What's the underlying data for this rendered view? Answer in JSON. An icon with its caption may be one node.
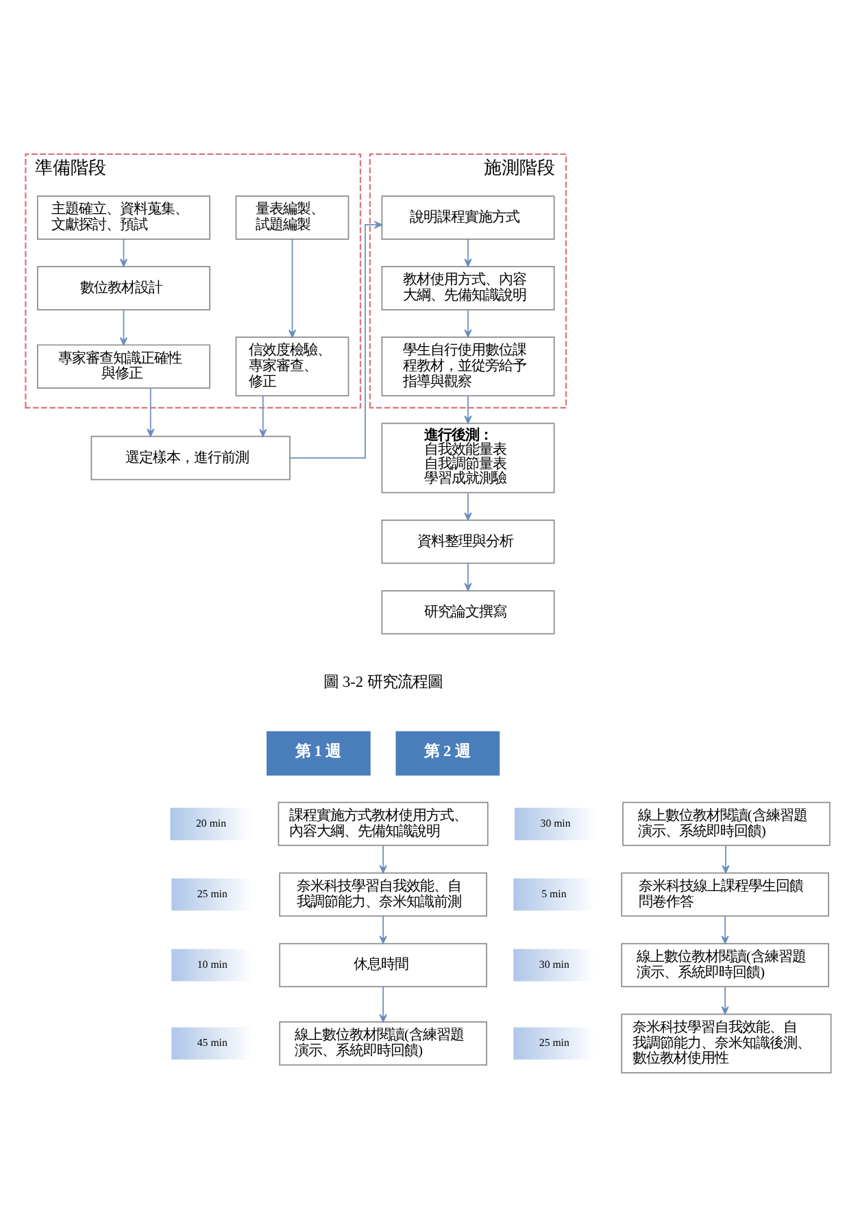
{
  "diagram": {
    "nodes": [
      {
        "text": [
          "準備階段"
        ]
      },
      {
        "text": [
          "主題確立、資料蒐集、文獻探討、預試"
        ],
        "in": 0
      },
      {
        "text": [
          "數位教材設計"
        ],
        "in": 0
      },
      {
        "text": [
          "專家審查知識正確性與修正"
        ],
        "in": 0
      },
      {
        "text": [
          "量表編製、試題編製"
        ],
        "in": 0
      },
      {
        "text": [
          "信效度檢驗、專家審查、修正"
        ],
        "in": 0
      },
      {
        "text": [
          "選定樣本，進行前測"
        ]
      },
      {
        "text": [
          "施測階段"
        ]
      },
      {
        "text": [
          "說明課程實施方式"
        ],
        "in": 7
      },
      {
        "text": [
          "教材使用方式、內容大綱、先備知識說明"
        ],
        "in": 7
      },
      {
        "text": [
          "學生自行使用數位課程教材，並從旁給予指導與觀察"
        ],
        "in": 7
      },
      {
        "text": [
          "進行後測：",
          "自我效能量表",
          "自我調節量表",
          "學習成就測驗"
        ]
      },
      {
        "text": [
          "資料整理與分析"
        ]
      },
      {
        "text": [
          "研究論文撰寫"
        ]
      },
      {
        "text": [
          "第 1 週"
        ]
      },
      {
        "text": [
          "20 min"
        ]
      },
      {
        "text": [
          "課程實施方式教材使用方式、內容大綱、先備知識說明"
        ]
      },
      {
        "text": [
          "25 min"
        ]
      },
      {
        "text": [
          "奈米科技學習自我效能、自我調節能力、奈米知識前測"
        ]
      },
      {
        "text": [
          "10 min"
        ]
      },
      {
        "text": [
          "休息時間"
        ]
      },
      {
        "text": [
          "45 min"
        ]
      },
      {
        "text": [
          "線上數位教材閱讀(含練習題演示、系統即時回饋)"
        ]
      },
      {
        "text": [
          "第 2 週"
        ]
      },
      {
        "text": [
          "30 min"
        ]
      },
      {
        "text": [
          "線上數位教材閱讀(含練習題演示、系統即時回饋)"
        ]
      },
      {
        "text": [
          "5 min"
        ]
      },
      {
        "text": [
          "奈米科技線上課程學生回饋問卷作答"
        ]
      },
      {
        "text": [
          "30 min"
        ]
      },
      {
        "text": [
          "線上數位教材閱讀(含練習題演示、系統即時回饋)"
        ]
      },
      {
        "text": [
          "25 min"
        ]
      },
      {
        "text": [
          "奈米科技學習自我效能、自我調節能力、奈米知識後測、數位教材使用性"
        ]
      }
    ],
    "edges": [
      {
        "from": 1,
        "to": 2,
        "arrow": "to"
      },
      {
        "from": 2,
        "to": 3,
        "arrow": "to"
      },
      {
        "from": 4,
        "to": 5,
        "arrow": "to"
      },
      {
        "from": 3,
        "to": 6,
        "arrow": "to"
      },
      {
        "from": 5,
        "to": 6,
        "arrow": "to"
      },
      {
        "from": 6,
        "to": 8,
        "arrow": "to"
      },
      {
        "from": 8,
        "to": 9,
        "arrow": "to"
      },
      {
        "from": 9,
        "to": 10,
        "arrow": "to"
      },
      {
        "from": 10,
        "to": 11,
        "arrow": "to"
      },
      {
        "from": 11,
        "to": 12,
        "arrow": "to"
      },
      {
        "from": 12,
        "to": 13,
        "arrow": "to"
      },
      {
        "from": 16,
        "to": 18,
        "arrow": "to"
      },
      {
        "from": 18,
        "to": 20,
        "arrow": "to"
      },
      {
        "from": 20,
        "to": 22,
        "arrow": "to"
      },
      {
        "from": 25,
        "to": 27,
        "arrow": "to"
      },
      {
        "from": 27,
        "to": 29,
        "arrow": "to"
      },
      {
        "from": 29,
        "to": 31,
        "arrow": "to"
      }
    ],
    "labels": [
      "圖 3-2 研究流程圖"
    ]
  }
}
